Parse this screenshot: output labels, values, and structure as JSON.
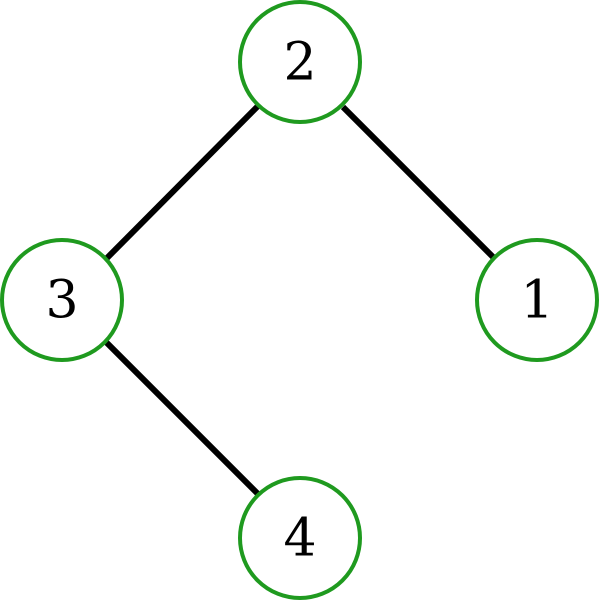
{
  "diagram": {
    "type": "binary-tree",
    "colors": {
      "node_stroke": "#1f9a1f",
      "node_fill": "#ffffff",
      "edge": "#000000",
      "label": "#000000"
    },
    "nodes": [
      {
        "id": "n2",
        "label": "2"
      },
      {
        "id": "n3",
        "label": "3"
      },
      {
        "id": "n1",
        "label": "1"
      },
      {
        "id": "n4",
        "label": "4"
      }
    ],
    "edges": [
      {
        "from": "n2",
        "to": "n3"
      },
      {
        "from": "n2",
        "to": "n1"
      },
      {
        "from": "n3",
        "to": "n4"
      }
    ]
  }
}
